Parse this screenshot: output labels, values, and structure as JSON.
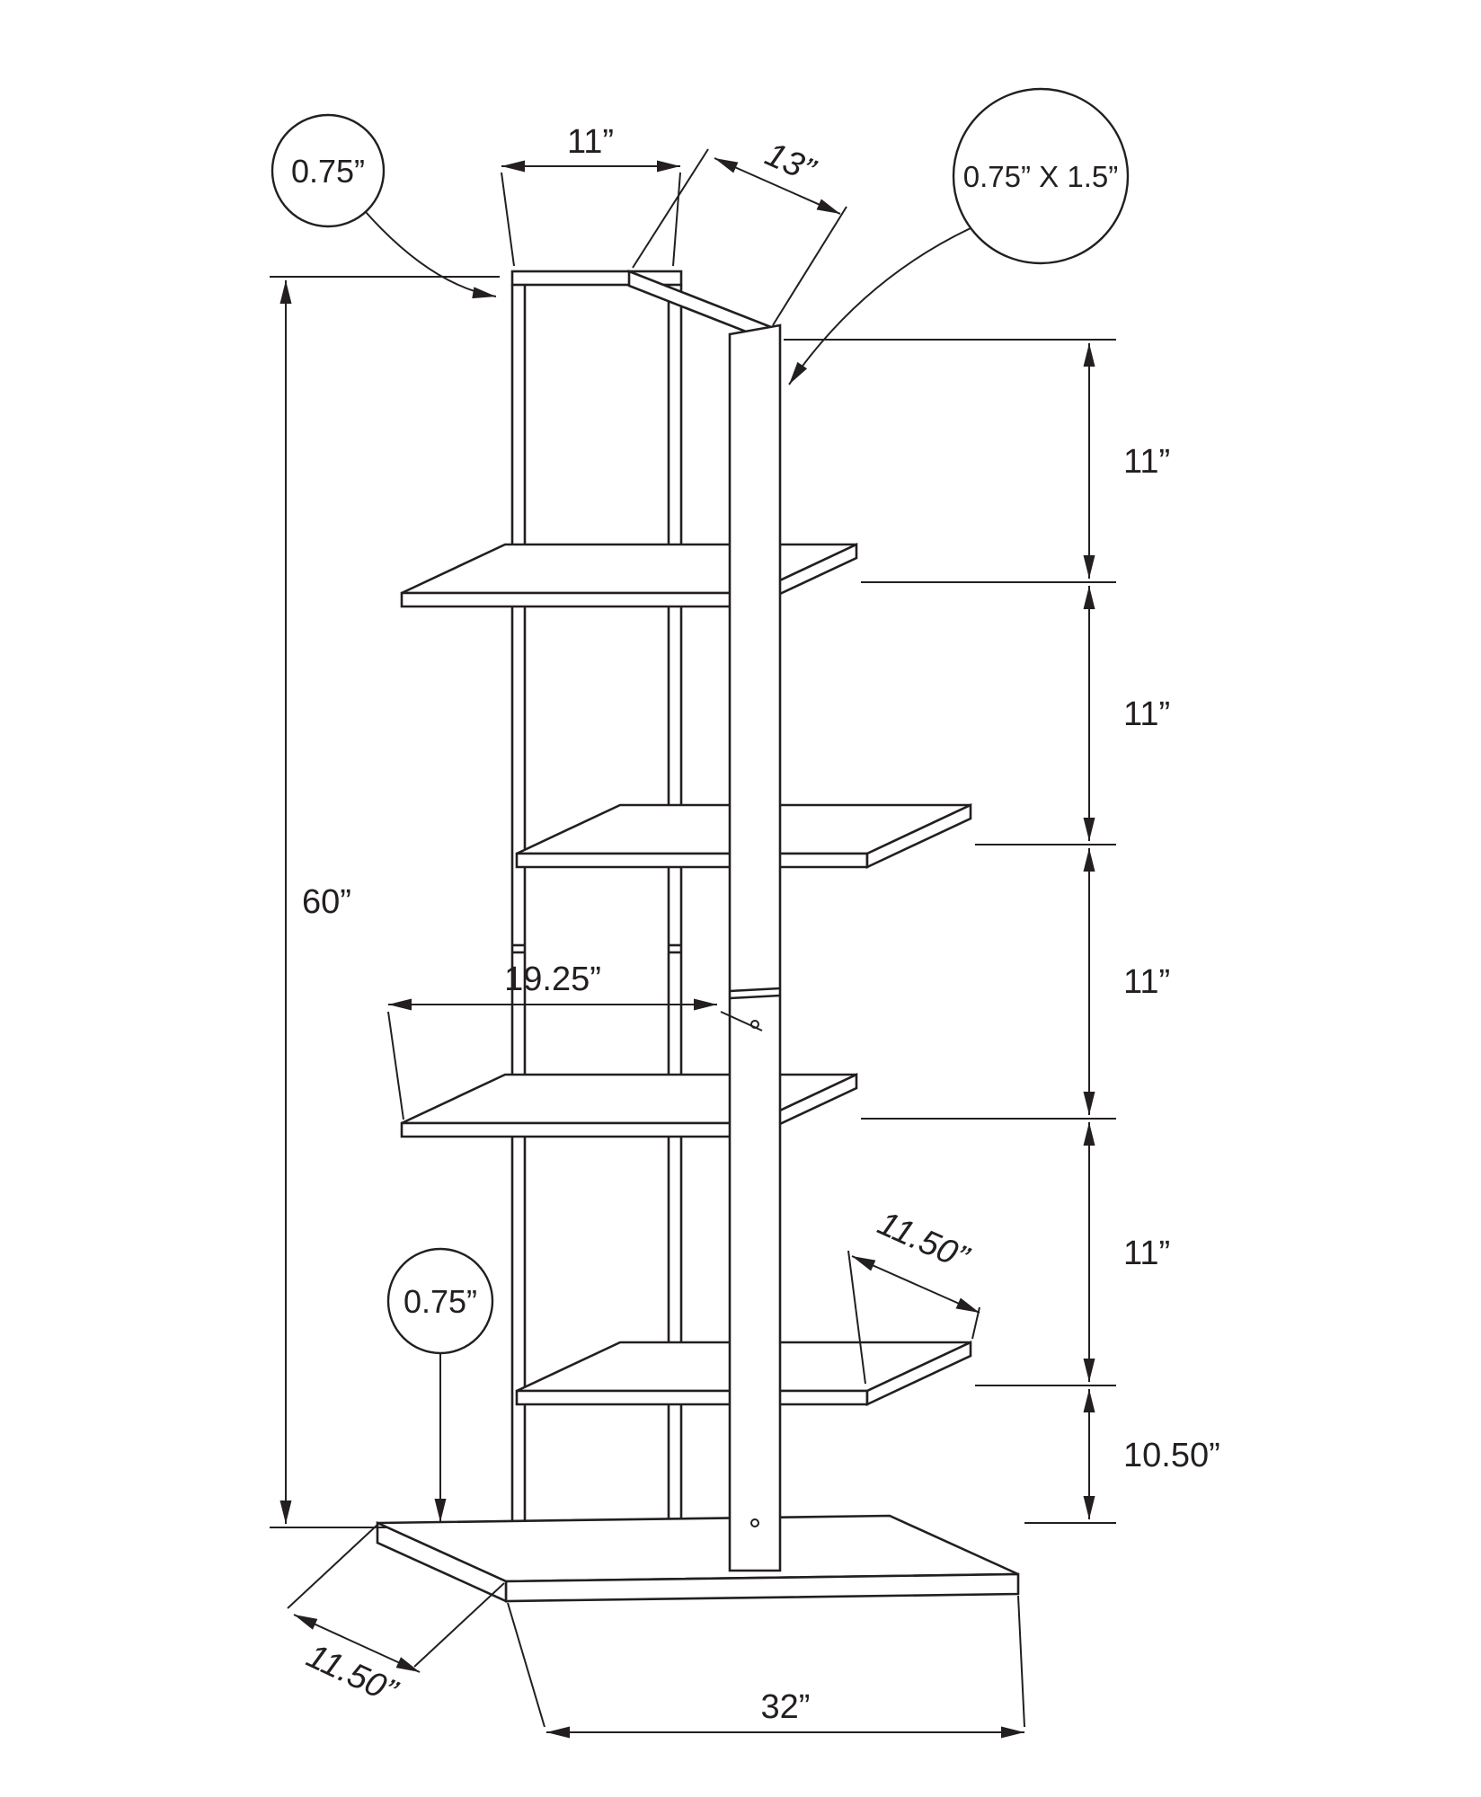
{
  "diagram": {
    "type": "furniture-dimension-drawing",
    "subject": "5-tier corner bookcase etagere",
    "callout_top_left": "0.75”",
    "callout_top_right": "0.75” X 1.5”",
    "callout_mid_left": "0.75”",
    "dim_frame_depth_top": "11”",
    "dim_top_rail_length": "13”",
    "dim_total_height": "60”",
    "dim_gap_1": "11”",
    "dim_gap_2": "11”",
    "dim_gap_3": "11”",
    "dim_gap_4": "11”",
    "dim_gap_bottom": "10.50”",
    "dim_shelf_width": "19.25”",
    "dim_shelf_depth": "11.50”",
    "dim_base_depth": "11.50”",
    "dim_base_width": "32”",
    "line_color": "#231f20",
    "background_color": "#ffffff"
  }
}
